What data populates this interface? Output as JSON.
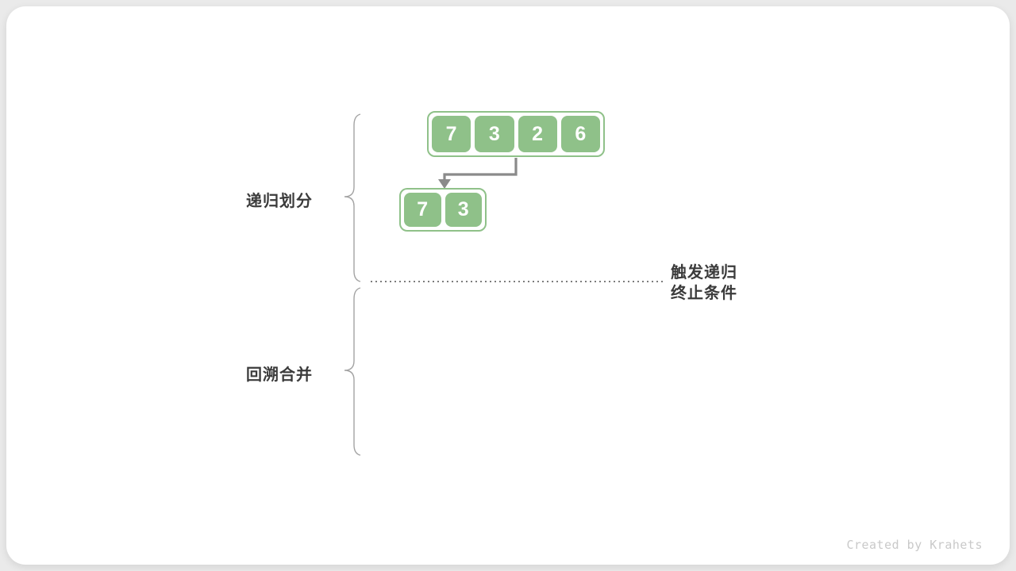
{
  "diagram": {
    "phase_labels": [
      {
        "id": "divide",
        "label": "递归划分"
      },
      {
        "id": "merge",
        "label": "回溯合并"
      }
    ],
    "arrays": [
      {
        "name": "level-1",
        "values": [
          "7",
          "3",
          "2",
          "6"
        ]
      },
      {
        "name": "level-2",
        "values": [
          "7",
          "3"
        ]
      }
    ],
    "annotation": {
      "line1": "触发递归",
      "line2": "终止条件"
    },
    "credit": "Created by Krahets"
  },
  "colors": {
    "green": "#8FC189",
    "arrow": "#8A8A8A",
    "brace": "#A3A3A3",
    "dotted": "#7D7D7D",
    "text": "#3B3B3B",
    "credit": "#C9C9C9",
    "page_bg": "#EAEAEA",
    "card_bg": "#FFFFFF"
  }
}
